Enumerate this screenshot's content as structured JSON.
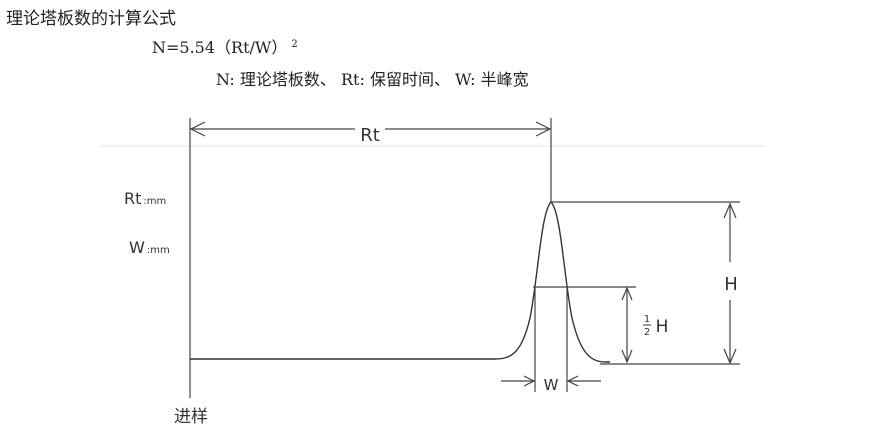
{
  "title": "理论塔板数的计算公式",
  "formula": {
    "text": "N=5.54（Rt/W）",
    "exponent": "2"
  },
  "legend": "N: 理论塔板数、 Rt: 保留时间、 W: 半峰宽",
  "diagram": {
    "rt_label": "Rt",
    "rt_unit_label": "Rt",
    "rt_unit": ":mm",
    "w_unit_label": "W",
    "w_unit": ":mm",
    "h_label": "H",
    "half_h_num": "1",
    "half_h_den": "2",
    "half_h_letter": "H",
    "w_label": "W",
    "injection_label": "进样"
  }
}
